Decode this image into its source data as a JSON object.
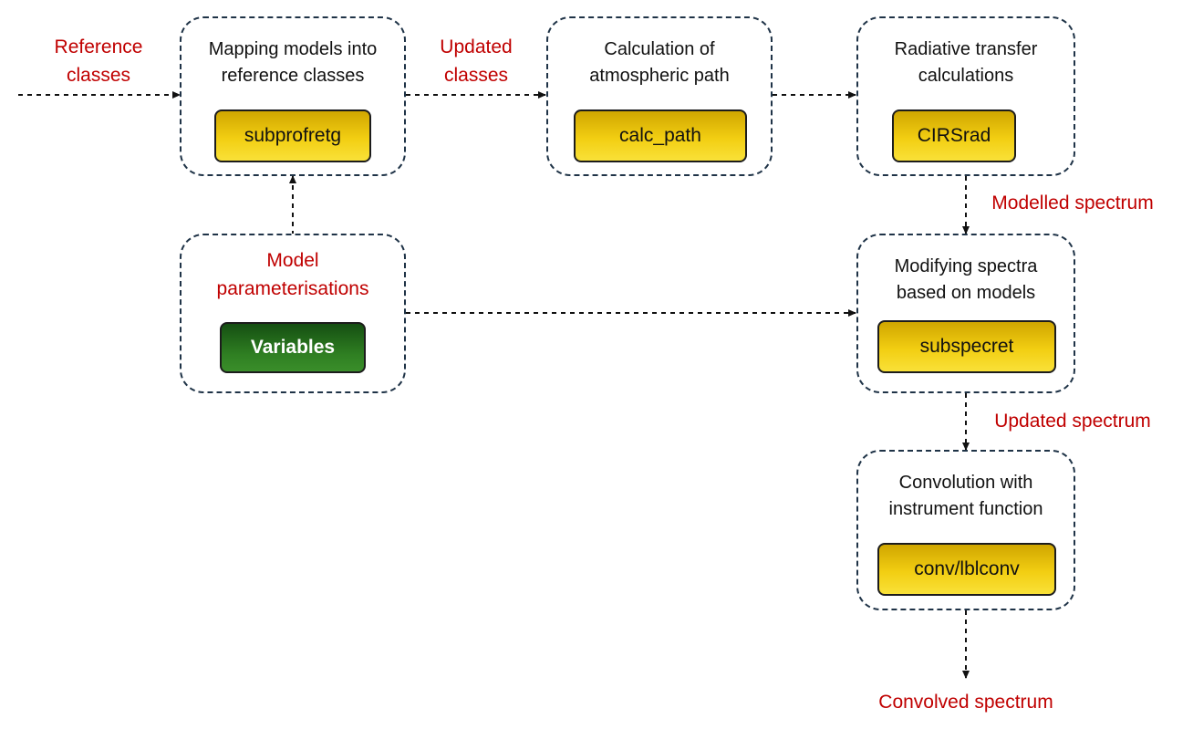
{
  "nodes": {
    "mapping": {
      "title": "Mapping models into\nreference classes",
      "module": "subprofretg"
    },
    "path": {
      "title": "Calculation of\natmospheric path",
      "module": "calc_path"
    },
    "radiative": {
      "title": "Radiative transfer\ncalculations",
      "module": "CIRSrad"
    },
    "params": {
      "title": "Model\nparameterisations",
      "module": "Variables"
    },
    "modify": {
      "title": "Modifying spectra\nbased on models",
      "module": "subspecret"
    },
    "convolve": {
      "title": "Convolution with\ninstrument function",
      "module": "conv/lblconv"
    }
  },
  "labels": {
    "reference_classes": "Reference\nclasses",
    "updated_classes": "Updated\nclasses",
    "modelled_spectrum": "Modelled spectrum",
    "updated_spectrum": "Updated spectrum",
    "convolved_spectrum": "Convolved spectrum"
  },
  "colors": {
    "label_red": "#c00000",
    "module_yellow": "#f2ce12",
    "module_green": "#2f7f22",
    "box_border": "#1f3347"
  }
}
